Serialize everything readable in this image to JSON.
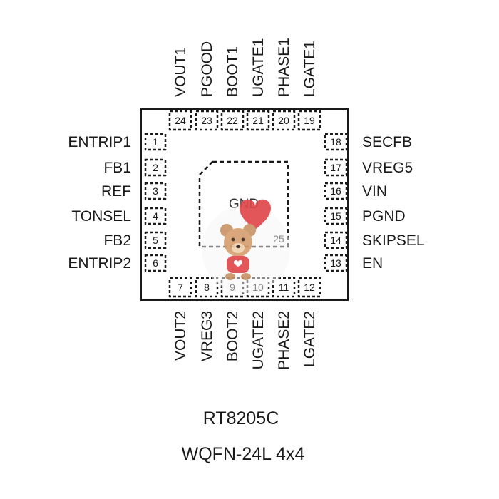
{
  "chip": {
    "part_number": "RT8205C",
    "package": "WQFN-24L 4x4",
    "exposed_pad": {
      "label": "GND",
      "number": "25"
    }
  },
  "pins_left": [
    {
      "number": "1",
      "name": "ENTRIP1"
    },
    {
      "number": "2",
      "name": "FB1"
    },
    {
      "number": "3",
      "name": "REF"
    },
    {
      "number": "4",
      "name": "TONSEL"
    },
    {
      "number": "5",
      "name": "FB2"
    },
    {
      "number": "6",
      "name": "ENTRIP2"
    }
  ],
  "pins_bottom": [
    {
      "number": "7",
      "name": "VOUT2"
    },
    {
      "number": "8",
      "name": "VREG3"
    },
    {
      "number": "9",
      "name": "BOOT2"
    },
    {
      "number": "10",
      "name": "UGATE2"
    },
    {
      "number": "11",
      "name": "PHASE2"
    },
    {
      "number": "12",
      "name": "LGATE2"
    }
  ],
  "pins_right": [
    {
      "number": "13",
      "name": "EN"
    },
    {
      "number": "14",
      "name": "SKIPSEL"
    },
    {
      "number": "15",
      "name": "PGND"
    },
    {
      "number": "16",
      "name": "VIN"
    },
    {
      "number": "17",
      "name": "VREG5"
    },
    {
      "number": "18",
      "name": "SECFB"
    }
  ],
  "pins_top": [
    {
      "number": "19",
      "name": "LGATE1"
    },
    {
      "number": "20",
      "name": "PHASE1"
    },
    {
      "number": "21",
      "name": "UGATE1"
    },
    {
      "number": "22",
      "name": "BOOT1"
    },
    {
      "number": "23",
      "name": "PGOOD"
    },
    {
      "number": "24",
      "name": "VOUT1"
    }
  ],
  "colors": {
    "outline": "#1a1a1a",
    "text": "#1a1a1a",
    "sticker_heart": "#e0474c",
    "sticker_bear": "#c89467"
  },
  "icons": {
    "sticker": "teddy-bear-heart-icon"
  }
}
